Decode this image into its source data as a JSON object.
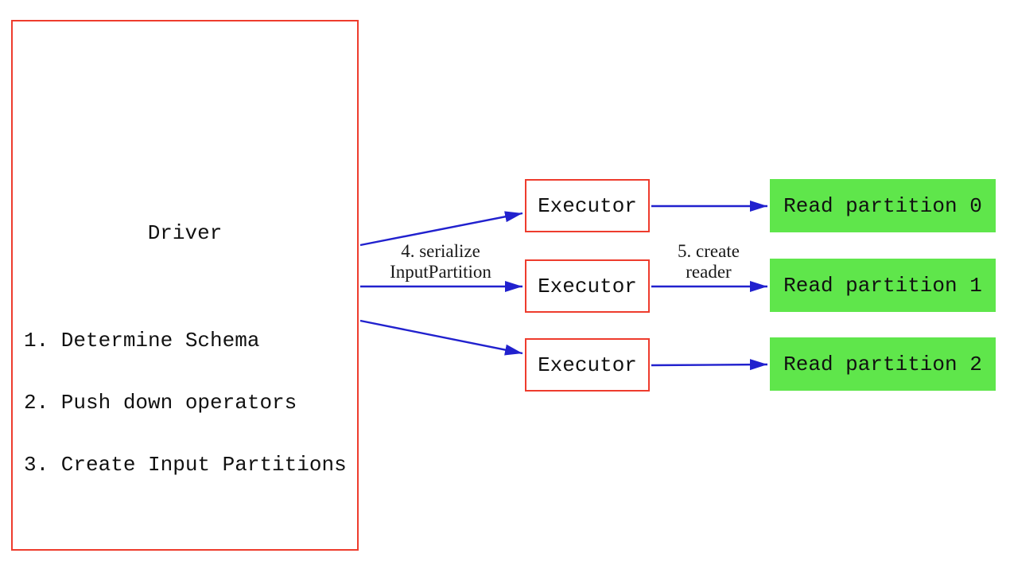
{
  "driver": {
    "title": "Driver",
    "steps": [
      "1. Determine Schema",
      "2. Push down operators",
      "3. Create Input Partitions"
    ]
  },
  "executors": [
    "Executor",
    "Executor",
    "Executor"
  ],
  "partitions": [
    "Read partition 0",
    "Read partition 1",
    "Read partition 2"
  ],
  "edge_labels": {
    "serialize": {
      "line1": "4. serialize",
      "line2": "InputPartition"
    },
    "create_reader": {
      "line1": "5. create",
      "line2": "reader"
    }
  },
  "colors": {
    "box_border": "#ee3c2d",
    "arrow": "#2121ce",
    "partition_fill": "#5fe64b",
    "text": "#111111",
    "background": "#ffffff"
  }
}
